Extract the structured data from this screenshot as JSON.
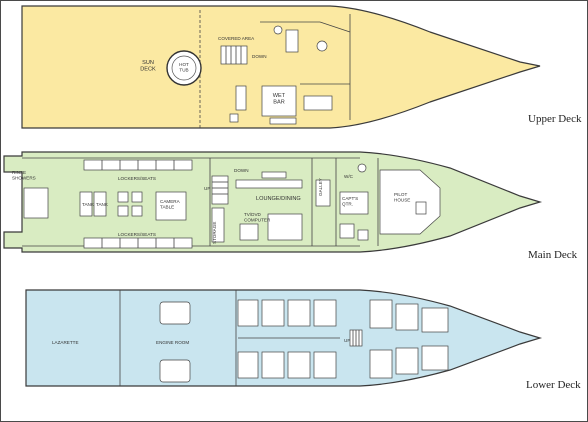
{
  "frame_color": "#4a4a4a",
  "decks": [
    {
      "id": "upper",
      "title": "Upper Deck",
      "color": "#fbe9a2",
      "labels": {
        "sun_deck": "SUN\nDECK",
        "hot_tub": "HOT\nTUB",
        "covered_area": "COVERED AREA",
        "down": "DOWN",
        "wet_bar": "WET\nBAR"
      }
    },
    {
      "id": "main",
      "title": "Main Deck",
      "color": "#d9ecc2",
      "labels": {
        "rinse_showers": "RINSE\nSHOWERS",
        "lockers_top": "LOCKERS/SEATS",
        "lockers_bottom": "LOCKERS/SEATS",
        "tank_left": "TANK",
        "tank_right": "TANK",
        "camera_table": "CAMERA\nTABLE",
        "up": "UP",
        "down": "DOWN",
        "lounge_dining": "LOUNGE/DINING",
        "tv_dvd": "TV/DVD\nCOMPUTER",
        "storage": "STORAGE",
        "galley": "GALLEY",
        "capts_qtr": "CAPT'S\nQTR.",
        "pilot_house": "PILOT\nHOUSE",
        "wc": "W/C"
      }
    },
    {
      "id": "lower",
      "title": "Lower Deck",
      "color": "#c9e5ef",
      "labels": {
        "lazarette": "LAZARETTE",
        "engine_room": "ENGINE ROOM",
        "up": "UP"
      }
    }
  ]
}
